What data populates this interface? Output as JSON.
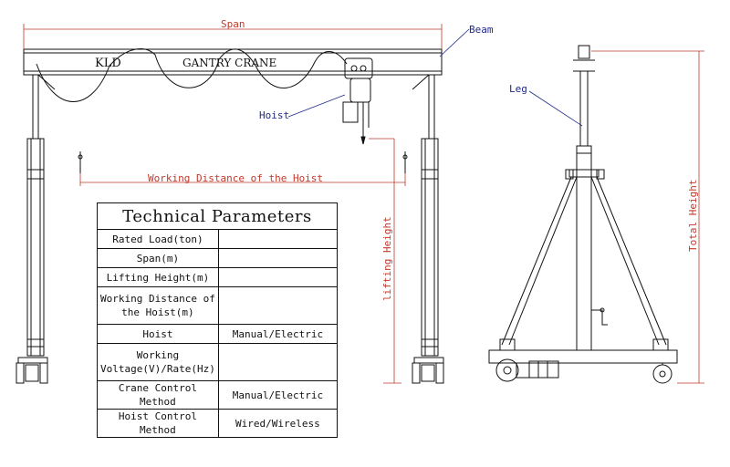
{
  "labels": {
    "span": "Span",
    "beam": "Beam",
    "leg": "Leg",
    "hoist": "Hoist",
    "working_distance": "Working Distance of the Hoist",
    "lifting_height": "lifting Height",
    "total_height": "Total Height",
    "brand": "KLD",
    "crane_name": "GANTRY CRANE"
  },
  "colors": {
    "dimension": "#c0392b",
    "callout": "#1f2a8a",
    "drawing": "#111111"
  },
  "table": {
    "title": "Technical Parameters",
    "rows": [
      {
        "param": "Rated Load(ton)",
        "value": ""
      },
      {
        "param": "Span(m)",
        "value": ""
      },
      {
        "param": "Lifting Height(m)",
        "value": ""
      },
      {
        "param": "Working Distance of the Hoist(m)",
        "value": ""
      },
      {
        "param": "Hoist",
        "value": "Manual/Electric"
      },
      {
        "param": "Working Voltage(V)/Rate(Hz)",
        "value": ""
      },
      {
        "param": "Crane Control Method",
        "value": "Manual/Electric"
      },
      {
        "param": "Hoist Control Method",
        "value": "Wired/Wireless"
      }
    ]
  }
}
